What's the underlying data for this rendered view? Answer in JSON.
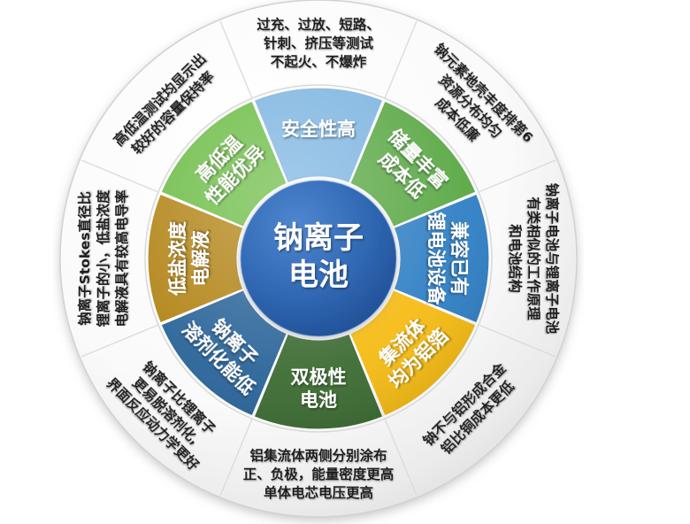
{
  "diagram": {
    "title": "钠离子电池优势环形图",
    "center": {
      "line1": "钠离子",
      "line2": "电池",
      "color": "#2f62b0"
    },
    "ring_outer_bg": "#f2f2f2",
    "segments": [
      {
        "id": "safety",
        "inner_label": "安全性高",
        "inner_lines": [
          "安全性高"
        ],
        "color": "#7cb4e0",
        "outer_lines": [
          "过充、过放、短路、",
          "针刺、挤压等测试",
          "不起火、不爆炸"
        ]
      },
      {
        "id": "abundant-reserves",
        "inner_label": "储量丰富成本低",
        "inner_lines": [
          "储量丰富",
          "成本低"
        ],
        "color": "#5aa845",
        "outer_lines": [
          "钠元素地壳丰度排第6",
          "资源分布均匀",
          "成本低廉"
        ]
      },
      {
        "id": "compatible-equipment",
        "inner_label": "兼容已有锂电池设备",
        "inner_lines": [
          "兼容已有",
          "锂电池设备"
        ],
        "color": "#2f7fc4",
        "outer_lines": [
          "钠离子电池与锂离子电池",
          "有类相似的工作原理",
          "和电池结构"
        ]
      },
      {
        "id": "aluminum-collector",
        "inner_label": "集流体均为铝箔",
        "inner_lines": [
          "集流体",
          "均为铝箔"
        ],
        "color": "#f5bb14",
        "outer_lines": [
          "钠不与铝形成合金",
          "铝比铜成本更低"
        ]
      },
      {
        "id": "bipolar-battery",
        "inner_label": "双极性电池",
        "inner_lines": [
          "双极性",
          "电池"
        ],
        "color": "#3c6b32",
        "outer_lines": [
          "铝集流体两侧分别涂布",
          "正、负极，能量密度更高",
          "单体电芯电压更高"
        ]
      },
      {
        "id": "low-solvation-energy",
        "inner_label": "钠离子溶剂化能低",
        "inner_lines": [
          "钠离子",
          "溶剂化能低"
        ],
        "color": "#2a6499",
        "outer_lines": [
          "钠离子比锂离子",
          "更易脱溶剂化,",
          "界面反应动力学更好"
        ]
      },
      {
        "id": "low-salt-electrolyte",
        "inner_label": "低盐浓度电解液",
        "inner_lines": [
          "低盐浓度",
          "电解液"
        ],
        "color": "#b28416",
        "outer_lines": [
          "钠离子Stokes直径比",
          "锂离子的小，低盐浓度",
          "电解液具有较高电导率"
        ]
      },
      {
        "id": "temperature-performance",
        "inner_label": "高低温性能优异",
        "inner_lines": [
          "高低温",
          "性能优异"
        ],
        "color": "#6cbc45",
        "outer_lines": [
          "高低温测试均显示出",
          "较好的容量保持率"
        ]
      }
    ]
  }
}
